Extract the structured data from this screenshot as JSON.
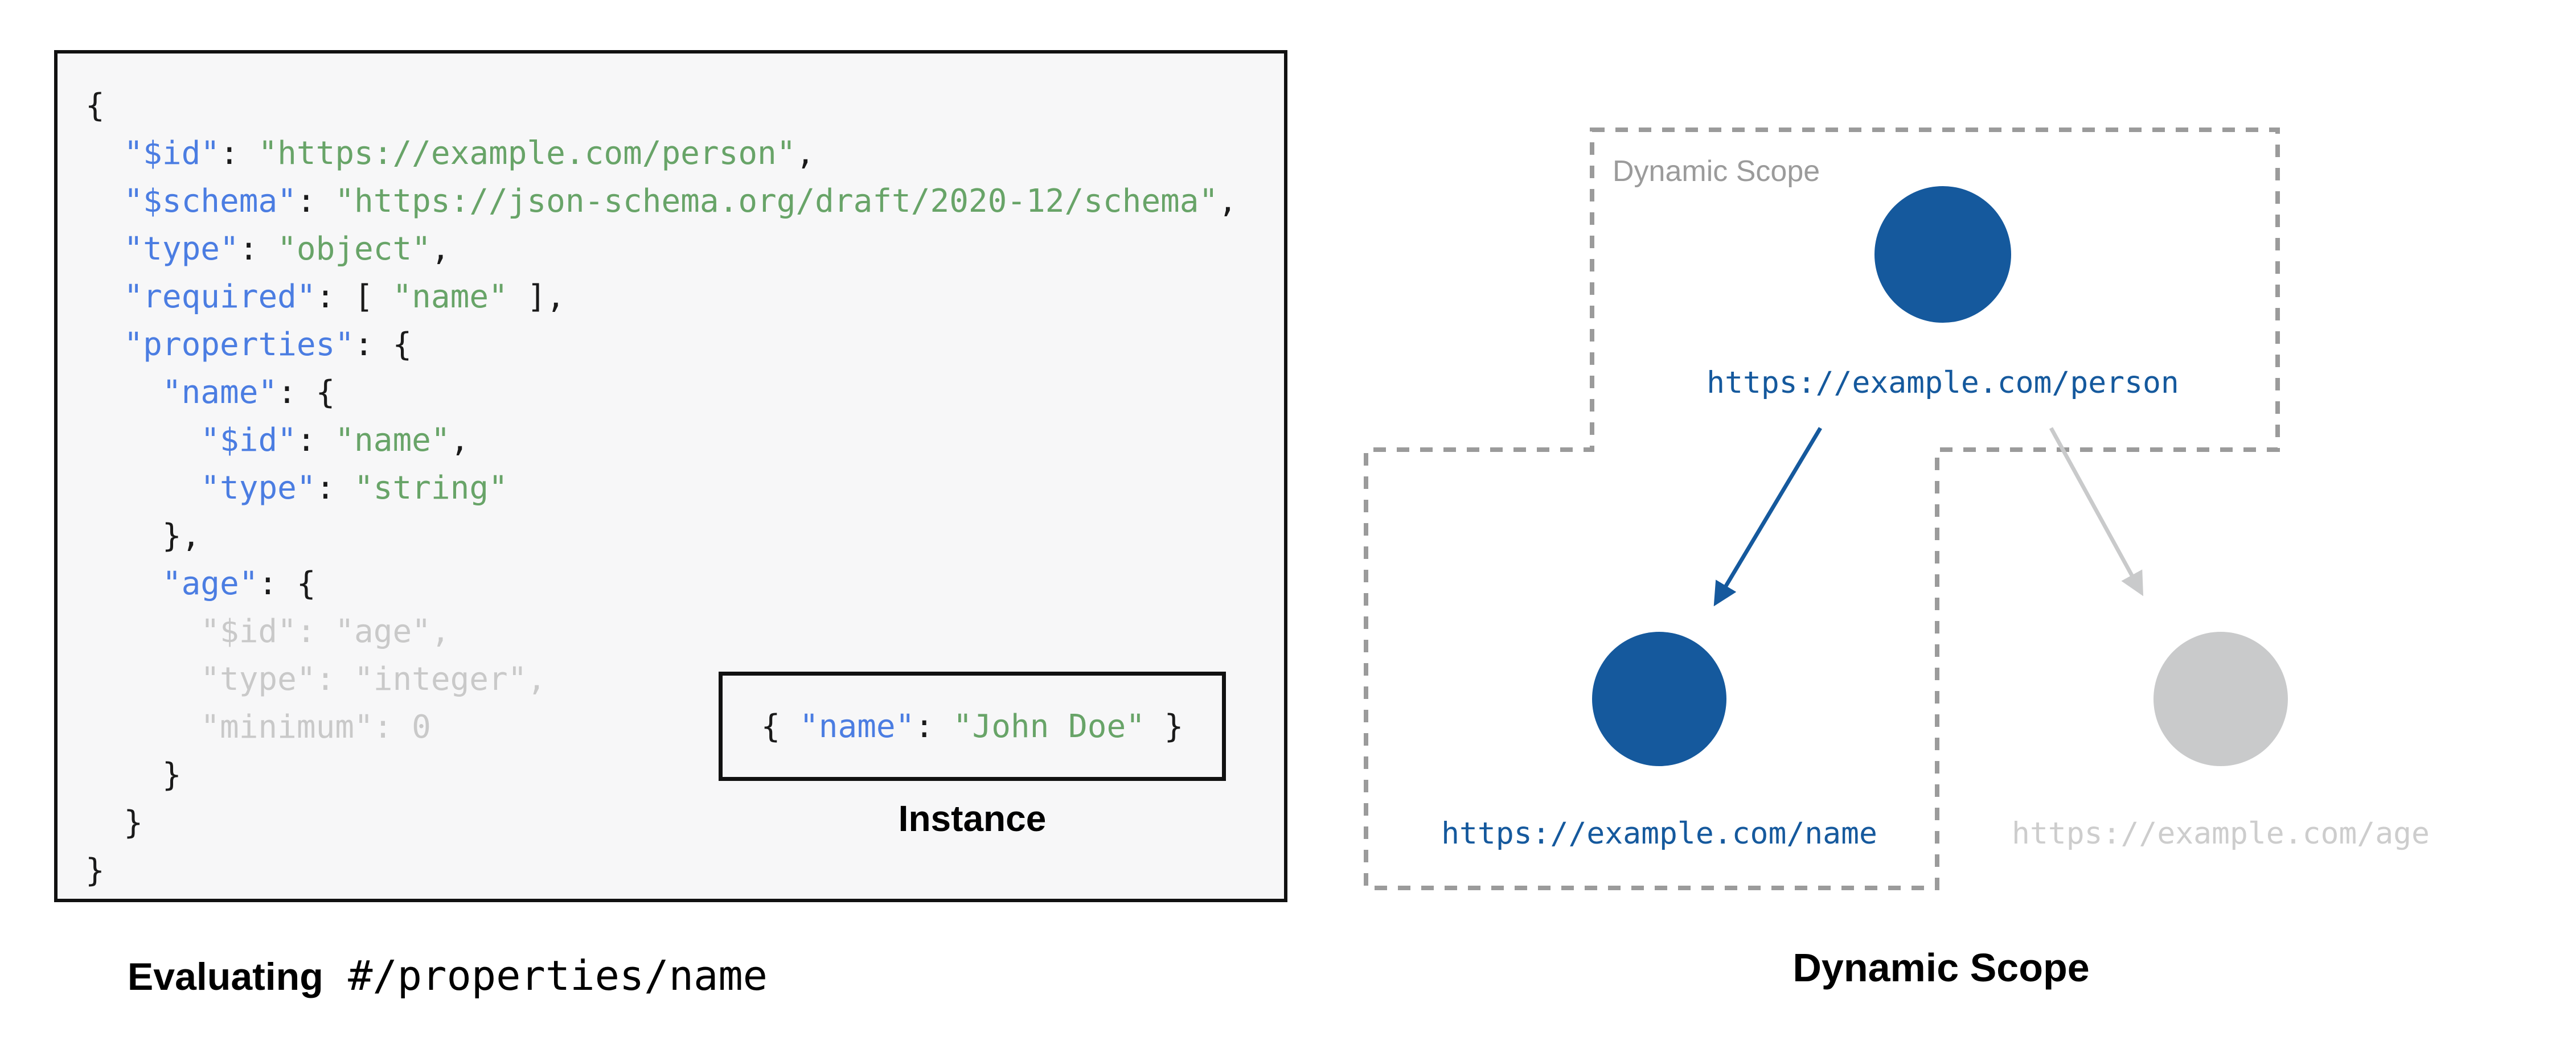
{
  "colors": {
    "page-bg": "#ffffff",
    "panel-bg": "#f7f7f8",
    "panel-border": "#111111",
    "code-key": "#4b7de2",
    "code-value": "#68a468",
    "code-plain": "#1a1a1a",
    "code-faded": "#c9c9c9",
    "node-blue": "#15599d",
    "node-gray": "#c9cacb",
    "label-gray": "#cdcdcd",
    "dash-gray": "#9b9b9b",
    "scope-label": "#9b9b9b",
    "caption": "#000000"
  },
  "schema_panel": {
    "code_lines": [
      [
        [
          "punct",
          "{"
        ]
      ],
      [
        [
          "punct",
          "  "
        ],
        [
          "key",
          "\"$id\""
        ],
        [
          "punct",
          ": "
        ],
        [
          "value",
          "\"https://example.com/person\""
        ],
        [
          "punct",
          ","
        ]
      ],
      [
        [
          "punct",
          "  "
        ],
        [
          "key",
          "\"$schema\""
        ],
        [
          "punct",
          ": "
        ],
        [
          "value",
          "\"https://json-schema.org/draft/2020-12/schema\""
        ],
        [
          "punct",
          ","
        ]
      ],
      [
        [
          "punct",
          "  "
        ],
        [
          "key",
          "\"type\""
        ],
        [
          "punct",
          ": "
        ],
        [
          "value",
          "\"object\""
        ],
        [
          "punct",
          ","
        ]
      ],
      [
        [
          "punct",
          "  "
        ],
        [
          "key",
          "\"required\""
        ],
        [
          "punct",
          ": [ "
        ],
        [
          "value",
          "\"name\""
        ],
        [
          "punct",
          " ],"
        ]
      ],
      [
        [
          "punct",
          "  "
        ],
        [
          "key",
          "\"properties\""
        ],
        [
          "punct",
          ": {"
        ]
      ],
      [
        [
          "punct",
          "    "
        ],
        [
          "key",
          "\"name\""
        ],
        [
          "punct",
          ": {"
        ]
      ],
      [
        [
          "punct",
          "      "
        ],
        [
          "key",
          "\"$id\""
        ],
        [
          "punct",
          ": "
        ],
        [
          "value",
          "\"name\""
        ],
        [
          "punct",
          ","
        ]
      ],
      [
        [
          "punct",
          "      "
        ],
        [
          "key",
          "\"type\""
        ],
        [
          "punct",
          ": "
        ],
        [
          "value",
          "\"string\""
        ]
      ],
      [
        [
          "punct",
          "    },"
        ]
      ],
      [
        [
          "punct",
          "    "
        ],
        [
          "key",
          "\"age\""
        ],
        [
          "punct",
          ": {"
        ]
      ],
      [
        [
          "faded",
          "      \"$id\": \"age\","
        ]
      ],
      [
        [
          "faded",
          "      \"type\": \"integer\","
        ]
      ],
      [
        [
          "faded",
          "      \"minimum\": 0"
        ]
      ],
      [
        [
          "punct",
          "    }"
        ]
      ],
      [
        [
          "punct",
          "  }"
        ]
      ],
      [
        [
          "punct",
          "}"
        ]
      ]
    ],
    "instance": {
      "segments": [
        [
          "punct",
          "{ "
        ],
        [
          "key",
          "\"name\""
        ],
        [
          "punct",
          ": "
        ],
        [
          "value",
          "\"John Doe\""
        ],
        [
          "punct",
          " }"
        ]
      ],
      "label": "Instance"
    },
    "caption": {
      "bold": "Evaluating",
      "mono": " #/properties/name"
    }
  },
  "scope_diagram": {
    "region_label": "Dynamic Scope",
    "caption": "Dynamic Scope",
    "nodes": {
      "person": {
        "label": "https://example.com/person"
      },
      "name": {
        "label": "https://example.com/name"
      },
      "age": {
        "label": "https://example.com/age"
      }
    }
  }
}
